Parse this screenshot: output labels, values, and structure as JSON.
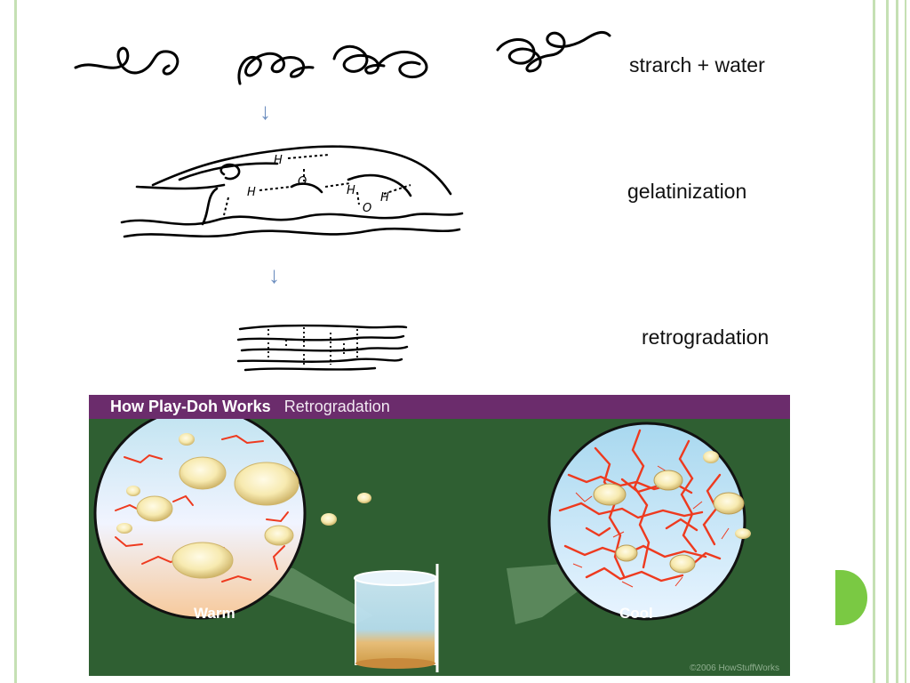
{
  "stages": [
    {
      "label": "strarch + water"
    },
    {
      "label": "gelatinization"
    },
    {
      "label": "retrogradation"
    }
  ],
  "sketch_text": {
    "h_top": "H",
    "o_top": "O",
    "h_left": "H",
    "h_right": "H",
    "o_right": "O",
    "h_right2": "H"
  },
  "panel": {
    "title": "How Play-Doh Works",
    "subtitle": "Retrogradation",
    "warm_label": "Warm",
    "cool_label": "Cool",
    "copyright": "©2006 HowStuffWorks"
  },
  "colors": {
    "frame": "#c5e0b4",
    "header": "#6b2c6c",
    "panel_bg": "#2f5f32",
    "strand": "#ee3a1f",
    "granule": "#f6e8a6",
    "tab": "#7ac943",
    "arrow": "#6c8ebf"
  }
}
